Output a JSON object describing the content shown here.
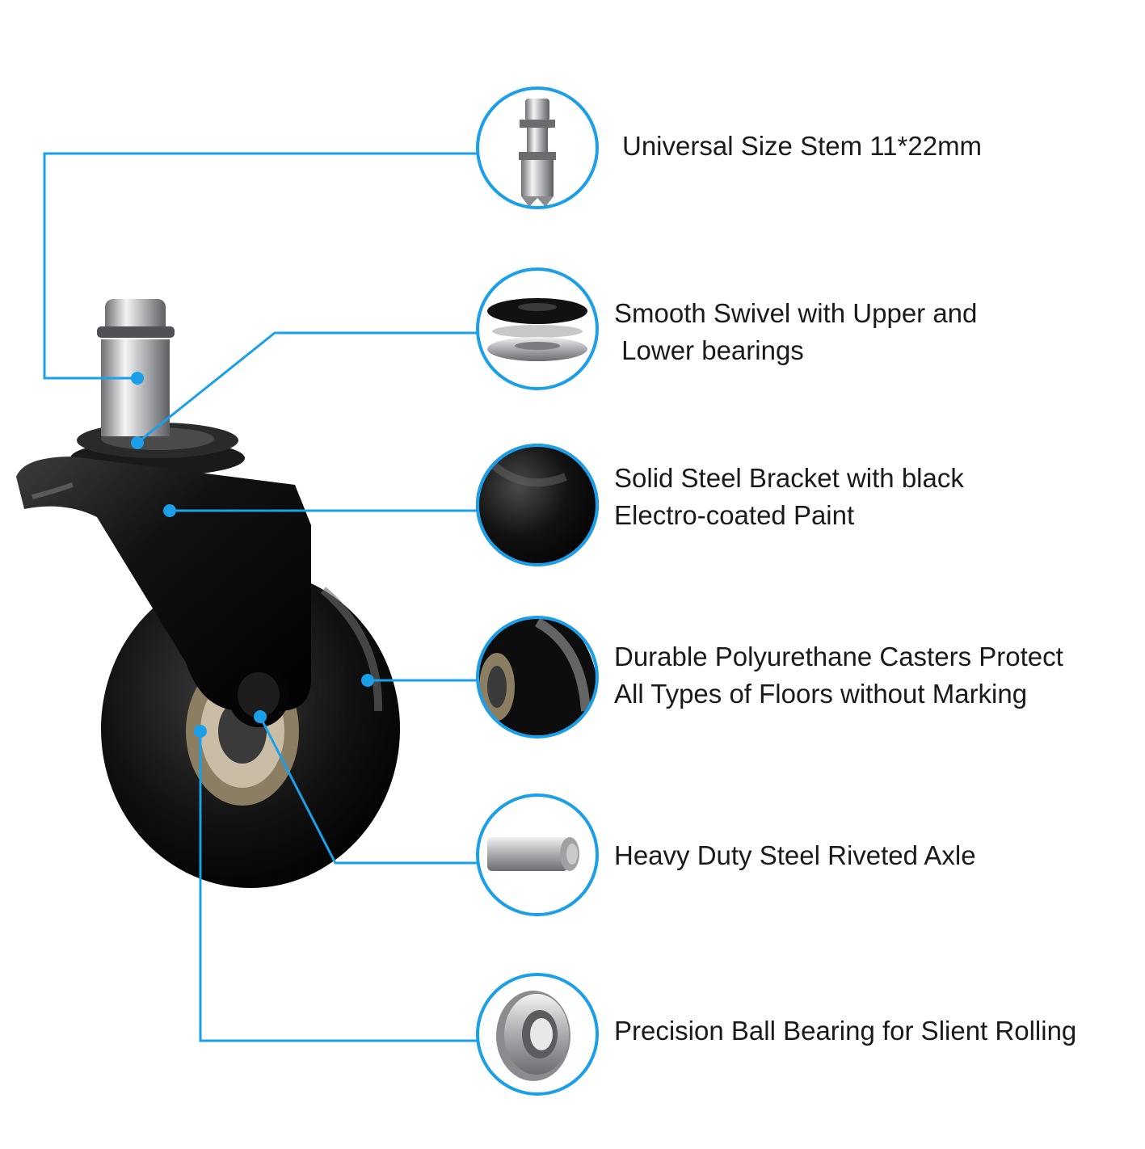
{
  "accent_color": "#1a9fe8",
  "features": [
    {
      "icon": "stem-icon",
      "lines": [
        "Universal Size Stem 11*22mm"
      ]
    },
    {
      "icon": "swivel-bearing-icon",
      "lines": [
        "Smooth Swivel with Upper and",
        " Lower bearings"
      ]
    },
    {
      "icon": "bracket-icon",
      "lines": [
        "Solid Steel Bracket with black",
        "Electro-coated Paint"
      ]
    },
    {
      "icon": "wheel-icon",
      "lines": [
        "Durable Polyurethane Casters Protect",
        "All Types of Floors without Marking"
      ]
    },
    {
      "icon": "axle-icon",
      "lines": [
        "Heavy Duty Steel Riveted Axle"
      ]
    },
    {
      "icon": "ball-bearing-icon",
      "lines": [
        "Precision Ball Bearing for Slient Rolling"
      ]
    }
  ]
}
